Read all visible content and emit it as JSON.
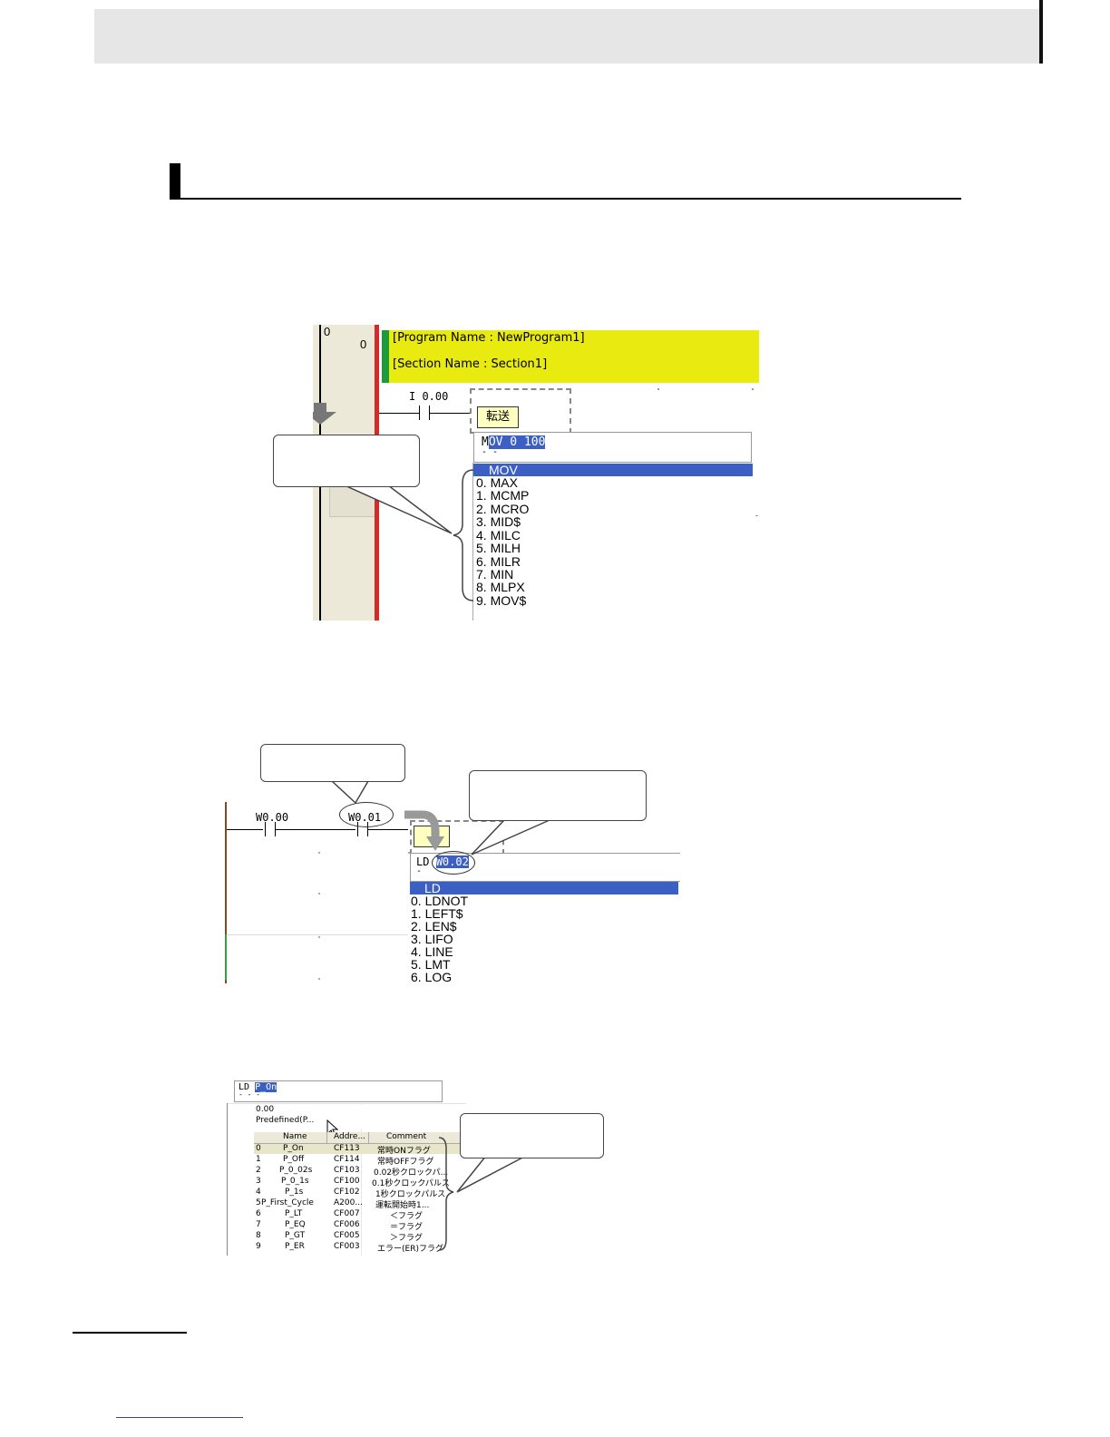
{
  "screenshot1": {
    "rung_no": "0",
    "rung_addr": "0",
    "program_name": "[Program Name : NewProgram1]",
    "section_name": "[Section Name : Section1]",
    "contact_label": "I 0.00",
    "instr_button": "転送",
    "input_first": "M",
    "input_selected": "OV 0 100",
    "input_second_line": "- -",
    "list": [
      "MOV",
      "0. MAX",
      "1. MCMP",
      "2. MCRO",
      "3. MID$",
      "4. MILC",
      "5. MILH",
      "6. MILR",
      "7. MIN",
      "8. MLPX",
      "9. MOV$"
    ]
  },
  "screenshot2": {
    "contact1": "W0.00",
    "contact2": "W0.01",
    "input_first": "LD",
    "input_selected": "W0.02",
    "input_second_line": "-",
    "list": [
      "LD",
      "0. LDNOT",
      "1. LEFT$",
      "2. LEN$",
      "3. LIFO",
      "4. LINE",
      "5. LMT",
      "6. LOG"
    ]
  },
  "screenshot3": {
    "input_first": "LD",
    "input_selected": "P_On",
    "input_second_line": "- - -",
    "info_line1": "0.00",
    "info_line2": "Predefined(P...",
    "headers": [
      "Name",
      "Addre...",
      "Comment"
    ],
    "rows": [
      {
        "no": "0",
        "name": "P_On",
        "addr": "CF113",
        "comment": "常時ONフラグ"
      },
      {
        "no": "1",
        "name": "P_Off",
        "addr": "CF114",
        "comment": "常時OFFフラグ"
      },
      {
        "no": "2",
        "name": "P_0_02s",
        "addr": "CF103",
        "comment": "0.02秒クロックパ..."
      },
      {
        "no": "3",
        "name": "P_0_1s",
        "addr": "CF100",
        "comment": "0.1秒クロックパルス"
      },
      {
        "no": "4",
        "name": "P_1s",
        "addr": "CF102",
        "comment": "1秒クロックパルス"
      },
      {
        "no": "5",
        "name": "P_First_Cycle",
        "addr": "A200...",
        "comment": "運転開始時1..."
      },
      {
        "no": "6",
        "name": "P_LT",
        "addr": "CF007",
        "comment": "＜フラグ"
      },
      {
        "no": "7",
        "name": "P_EQ",
        "addr": "CF006",
        "comment": "＝フラグ"
      },
      {
        "no": "8",
        "name": "P_GT",
        "addr": "CF005",
        "comment": "＞フラグ"
      },
      {
        "no": "9",
        "name": "P_ER",
        "addr": "CF003",
        "comment": "エラー(ER)フラグ"
      }
    ]
  },
  "colors": {
    "highlight": "#3c5fc4",
    "program_banner": "#e8ea10",
    "banner_green": "#1f9a3a",
    "rail_red": "#d42a2a"
  }
}
